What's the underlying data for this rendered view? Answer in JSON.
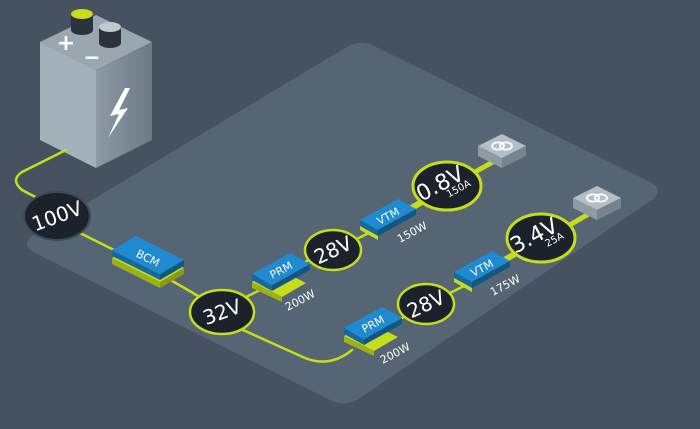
{
  "battery": {
    "plus_symbol": "+",
    "minus_symbol": "−",
    "icon": "lightning-bolt-icon"
  },
  "nodes": {
    "input_voltage": "100V",
    "bus_voltage": "32V",
    "upper_intermediate_voltage": "28V",
    "lower_intermediate_voltage": "28V",
    "upper_output_voltage": "0.8V",
    "upper_output_current": "150A",
    "lower_output_voltage": "3.4V",
    "lower_output_current": "25A"
  },
  "modules": {
    "bcm": {
      "label": "BCM"
    },
    "upper_prm": {
      "label": "PRM",
      "power": "200W"
    },
    "upper_vtm": {
      "label": "VTM",
      "power": "150W"
    },
    "lower_prm": {
      "label": "PRM",
      "power": "200W"
    },
    "lower_vtm": {
      "label": "VTM",
      "power": "175W"
    }
  },
  "loads": {
    "upper_load_icon": "linked-rings-icon",
    "lower_load_icon": "linked-rings-icon"
  },
  "colors": {
    "background": "#46525f",
    "platform": "#566573",
    "wire": "#c8dc1e",
    "node_fill": "#1b222b",
    "module_blue": "#1f8ad0",
    "battery_body": "#7c8a95"
  }
}
